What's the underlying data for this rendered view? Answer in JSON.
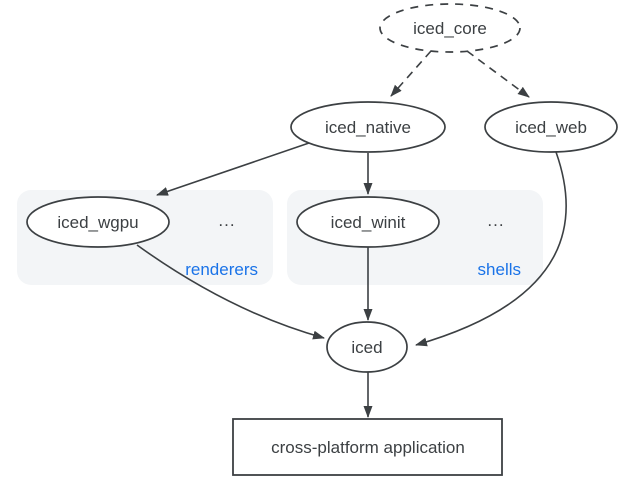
{
  "colors": {
    "background": "#ffffff",
    "node_stroke": "#3c4043",
    "node_fill": "#ffffff",
    "text": "#3c4043",
    "accent_blue": "#1a73e8",
    "group_fill": "#f3f5f7"
  },
  "diagram": {
    "nodes": {
      "iced_core": {
        "label": "iced_core",
        "shape": "ellipse",
        "border": "dashed"
      },
      "iced_native": {
        "label": "iced_native",
        "shape": "ellipse",
        "border": "solid"
      },
      "iced_web": {
        "label": "iced_web",
        "shape": "ellipse",
        "border": "solid"
      },
      "iced_wgpu": {
        "label": "iced_wgpu",
        "shape": "ellipse",
        "border": "solid"
      },
      "iced_winit": {
        "label": "iced_winit",
        "shape": "ellipse",
        "border": "solid"
      },
      "iced": {
        "label": "iced",
        "shape": "ellipse",
        "border": "solid"
      },
      "application": {
        "label": "cross-platform application",
        "shape": "rectangle",
        "border": "solid"
      }
    },
    "groups": {
      "renderers": {
        "label": "renderers",
        "ellipsis": "...",
        "contains": [
          "iced_wgpu"
        ]
      },
      "shells": {
        "label": "shells",
        "ellipsis": "...",
        "contains": [
          "iced_winit"
        ]
      }
    },
    "edges": [
      {
        "from": "iced_core",
        "to": "iced_native",
        "style": "dashed"
      },
      {
        "from": "iced_core",
        "to": "iced_web",
        "style": "dashed"
      },
      {
        "from": "iced_native",
        "to": "iced_wgpu",
        "style": "solid"
      },
      {
        "from": "iced_native",
        "to": "iced_winit",
        "style": "solid"
      },
      {
        "from": "iced_wgpu",
        "to": "iced",
        "style": "solid"
      },
      {
        "from": "iced_winit",
        "to": "iced",
        "style": "solid"
      },
      {
        "from": "iced_web",
        "to": "iced",
        "style": "solid"
      },
      {
        "from": "iced",
        "to": "application",
        "style": "solid"
      }
    ]
  }
}
